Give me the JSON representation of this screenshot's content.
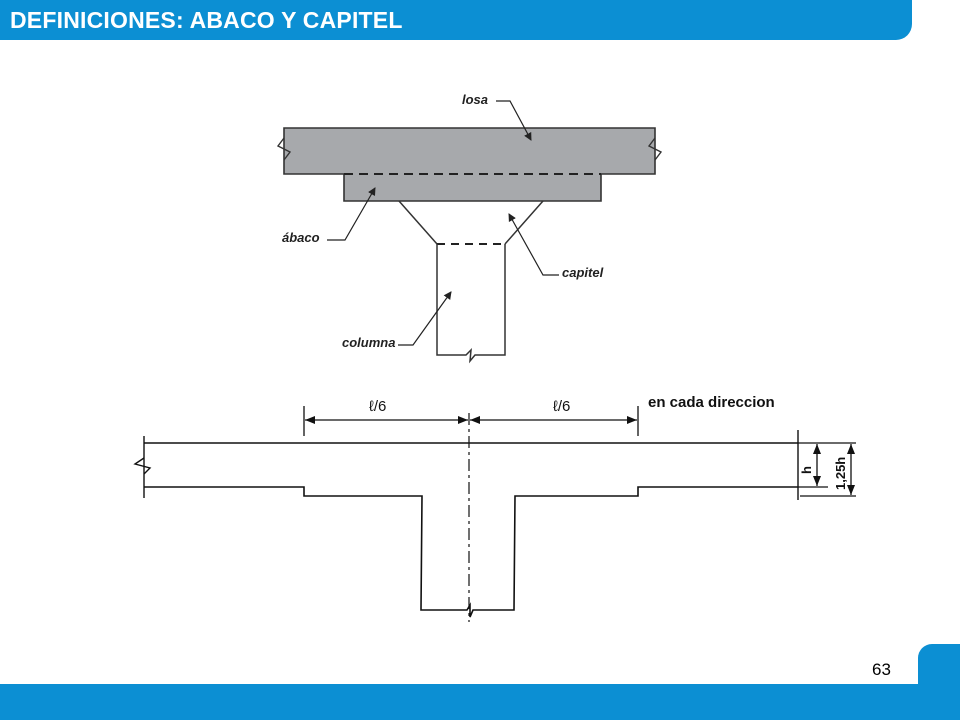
{
  "slide": {
    "title": "DEFINICIONES: ABACO Y CAPITEL",
    "page_number": "63"
  },
  "top_diagram": {
    "labels": {
      "losa": "losa",
      "abaco": "ábaco",
      "capitel": "capitel",
      "columna": "columna"
    }
  },
  "bottom_diagram": {
    "dim_left": "ℓ/6",
    "dim_right": "ℓ/6",
    "direction_note": "en cada direccion",
    "thickness_h": "h",
    "thickness_drop": "1,25h"
  },
  "colors": {
    "accent": "#0c8fd3",
    "slab_fill": "#a7a9ac"
  }
}
